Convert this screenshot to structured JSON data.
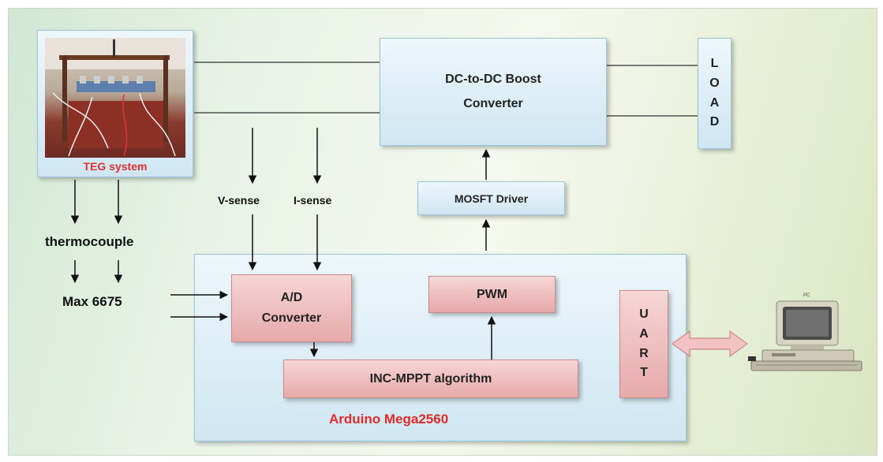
{
  "teg": {
    "caption": "TEG system"
  },
  "boost": {
    "line1": "DC-to-DC Boost",
    "line2": "Converter"
  },
  "load": {
    "letters": [
      "L",
      "O",
      "A",
      "D"
    ]
  },
  "mosfet": {
    "label": "MOSFT Driver"
  },
  "sense": {
    "v_label": "V-sense",
    "i_label": "I-sense"
  },
  "thermocouple": {
    "label": "thermocouple"
  },
  "max": {
    "label": "Max 6675"
  },
  "adc": {
    "line1": "A/D",
    "line2": "Converter"
  },
  "pwm": {
    "label": "PWM"
  },
  "mppt": {
    "label": "INC-MPPT algorithm"
  },
  "uart": {
    "letters": [
      "U",
      "A",
      "R",
      "T"
    ]
  },
  "arduino": {
    "label": "Arduino Mega2560"
  },
  "pc": {
    "label": "PC"
  },
  "colors": {
    "accent_red": "#e53030",
    "arduino_red": "#e12a2a"
  }
}
